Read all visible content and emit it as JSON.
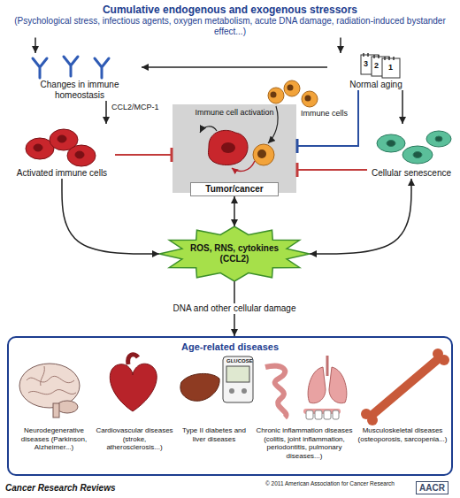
{
  "diagram": {
    "nodes": [
      {
        "text": [
          "Cumulative endogenous and exogenous stressors",
          "(Psychological stress, infectious agents, oxygen metabolism, acute DNA damage, radiation-induced bystander effect...)"
        ]
      },
      {
        "text": [
          "Changes in immune homeostasis"
        ]
      },
      {
        "text": [
          "Normal aging"
        ]
      },
      {
        "text": [
          "Immune cell activation"
        ]
      },
      {
        "text": [
          "Tumor/cancer"
        ],
        "in": 3
      },
      {
        "text": [
          "Activated immune cells"
        ]
      },
      {
        "text": [
          "Cellular senescence"
        ]
      },
      {
        "text": [
          "ROS, RNS, cytokines (CCL2)"
        ]
      },
      {
        "text": [
          "Age-related diseases"
        ]
      },
      {
        "text": [
          "Neurodegenerative diseases (Parkinson, Alzheimer...)"
        ],
        "in": 8
      },
      {
        "text": [
          "Cardiovascular diseases (stroke, atherosclerosis...)"
        ],
        "in": 8
      },
      {
        "text": [
          "Type II diabetes and liver diseases"
        ],
        "in": 8
      },
      {
        "text": [
          "Chronic inflammation diseases (colitis, joint inflammation, periodontitis, pulmonary diseases...)"
        ],
        "in": 8
      },
      {
        "text": [
          "Musculoskeletal diseases (osteoporosis, sarcopenia...)"
        ],
        "in": 8
      }
    ],
    "edges": [
      {
        "from": 0,
        "to": 1,
        "arrow": "to"
      },
      {
        "from": 0,
        "to": 2,
        "arrow": "to"
      },
      {
        "from": 2,
        "to": 1,
        "arrow": "to"
      },
      {
        "from": 1,
        "to": 5,
        "arrow": "to"
      },
      {
        "from": 5,
        "to": 3,
        "arrow": "to"
      },
      {
        "from": 6,
        "to": 3,
        "arrow": "to"
      },
      {
        "from": 2,
        "to": 6,
        "arrow": "to"
      },
      {
        "from": 2,
        "to": 3,
        "arrow": "to"
      },
      {
        "from": 5,
        "to": 7,
        "arrow": "to"
      },
      {
        "from": 7,
        "to": 6,
        "arrow": "both"
      },
      {
        "from": 4,
        "to": 7,
        "arrow": "both"
      },
      {
        "from": 7,
        "to": 8,
        "label": "DNA and other cellular damage",
        "arrow": "to"
      }
    ],
    "labels": [
      "3",
      "2",
      "1",
      "Immune cells",
      "CCL2/MCP-1",
      "GLUCOSE",
      "Cancer Research Reviews",
      "© 2011 American Association for Cancer Research",
      "AACR"
    ]
  }
}
